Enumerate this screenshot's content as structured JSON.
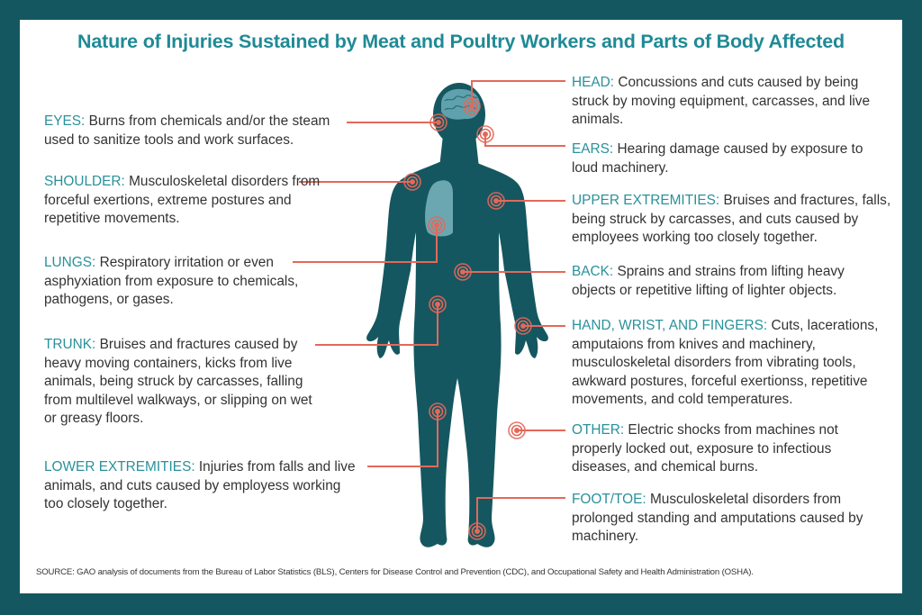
{
  "title": "Nature of Injuries Sustained by Meat and Poultry Workers and Parts of Body Affected",
  "colors": {
    "frame": "#155760",
    "title": "#1f8a95",
    "label": "#2a919b",
    "body": "#155760",
    "lung": "#6aa7b1",
    "brain": "#4f9aa6",
    "marker": "#e4685a",
    "text": "#333333"
  },
  "left_entries": [
    {
      "id": "eyes",
      "label": "EYES:",
      "text": " Burns from chemicals and/or the steam used to sanitize tools and work surfaces."
    },
    {
      "id": "shoulder",
      "label": "SHOULDER:",
      "text": " Musculoskeletal disorders from forceful exertions, extreme postures and repetitive movements."
    },
    {
      "id": "lungs",
      "label": "LUNGS:",
      "text": " Respiratory irritation or even asphyxiation from exposure to chemicals, pathogens, or gases."
    },
    {
      "id": "trunk",
      "label": "TRUNK:",
      "text": " Bruises and fractures caused by heavy moving containers, kicks from live animals, being struck by carcasses, falling from multilevel walkways, or slipping on wet or greasy floors."
    },
    {
      "id": "lower-extremities",
      "label": "LOWER EXTREMITIES:",
      "text": " Injuries from falls and live animals, and cuts caused by employess working too closely together."
    }
  ],
  "right_entries": [
    {
      "id": "head",
      "label": "HEAD:",
      "text": " Concussions and cuts caused by being struck by moving equipment, carcasses, and live animals."
    },
    {
      "id": "ears",
      "label": "EARS:",
      "text": " Hearing damage caused by exposure to loud machinery."
    },
    {
      "id": "upper-extremities",
      "label": "UPPER EXTREMITIES:",
      "text": " Bruises and fractures, falls, being struck by carcasses, and cuts caused by employees working too closely together."
    },
    {
      "id": "back",
      "label": "BACK:",
      "text": " Sprains and strains from lifting heavy objects or repetitive lifting of lighter objects."
    },
    {
      "id": "hand-wrist-fingers",
      "label": "HAND, WRIST, AND FINGERS:",
      "text": " Cuts, lacerations, amputaions from knives and machinery, musculoskeletal disorders from vibrating tools, awkward postures, forceful exertionss, repetitive movements, and cold temperatures."
    },
    {
      "id": "other",
      "label": "OTHER:",
      "text": " Electric shocks from machines not properly locked out, exposure to infectious diseases, and chemical burns."
    },
    {
      "id": "foot-toe",
      "label": "FOOT/TOE:",
      "text": " Musculoskeletal disorders from prolonged standing and amputations caused by machinery."
    }
  ],
  "source": "SOURCE: GAO analysis of documents from the Bureau of Labor Statistics (BLS), Centers for Disease Control and Prevention (CDC), and Occupational Safety and Health Administration (OSHA)."
}
